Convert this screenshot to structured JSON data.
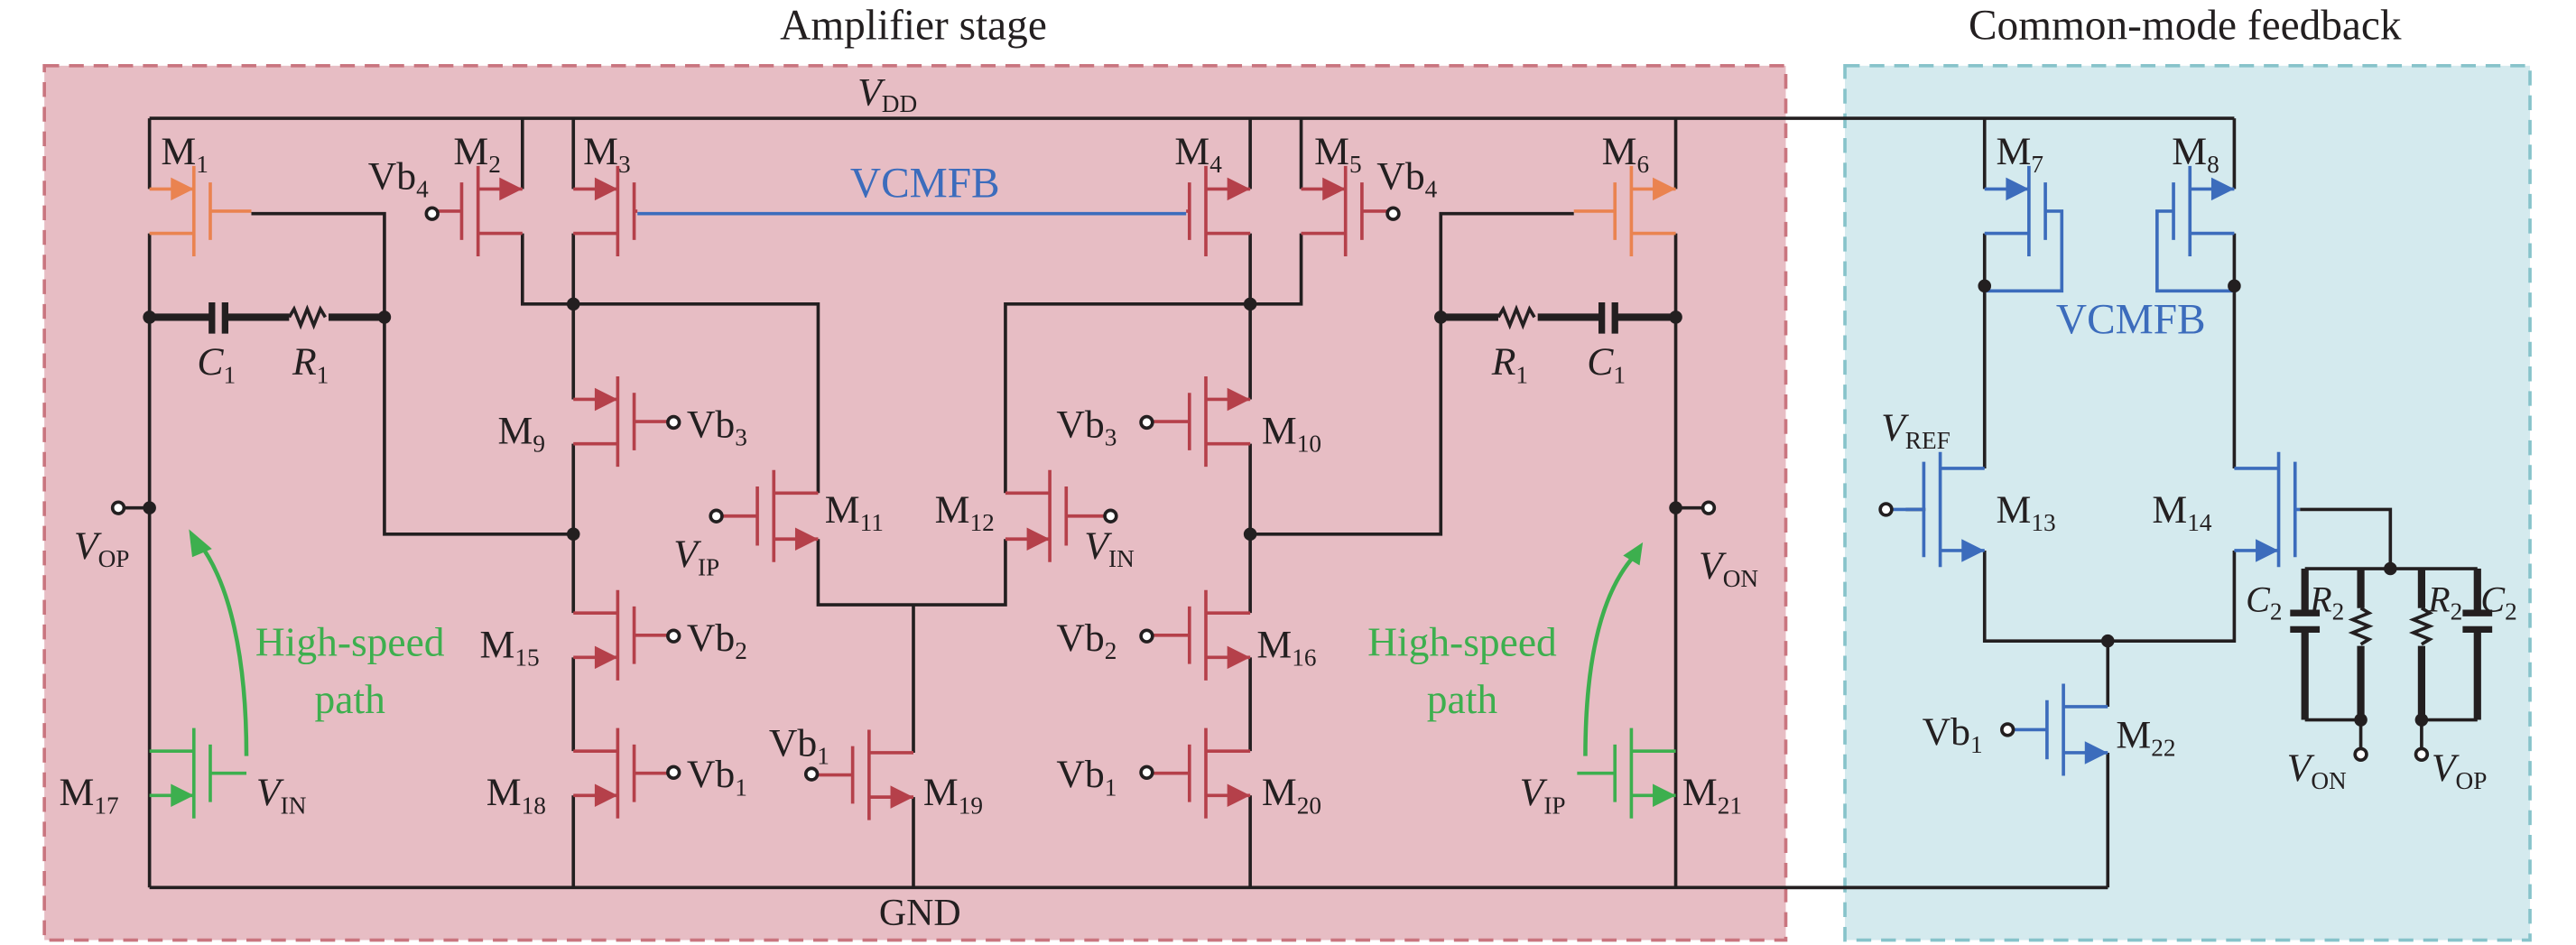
{
  "colors": {
    "amplifier_bg": "#e7bdc4",
    "amplifier_border": "#c9757f",
    "cmfb_bg": "#d4eaee",
    "cmfb_border": "#87c3ca",
    "wire": "#231f20",
    "nmos_pmos_amp": "#b5404a",
    "compensation_pmos": "#ea8350",
    "cmfb_device": "#3c6cbc",
    "high_speed": "#3daf4e",
    "amplifier_title": "#b0404a",
    "cmfb_title": "#3d6fb8"
  },
  "sections": {
    "amplifier": {
      "title": "Amplifier stage"
    },
    "cmfb": {
      "title": "Common-mode feedback"
    }
  },
  "rails": {
    "vdd": {
      "main": "V",
      "sub": "DD"
    },
    "gnd": {
      "label": "GND"
    }
  },
  "annotations": {
    "vcmfb_amp": "VCMFB",
    "vcmfb_cmfb": "VCMFB",
    "high_speed_left": [
      "High-speed",
      "path"
    ],
    "high_speed_right": [
      "High-speed",
      "path"
    ]
  },
  "transistors": [
    {
      "name": "M",
      "sub": "1",
      "type": "pmos",
      "group": "compensation"
    },
    {
      "name": "M",
      "sub": "2",
      "type": "pmos",
      "group": "amplifier"
    },
    {
      "name": "M",
      "sub": "3",
      "type": "pmos",
      "group": "amplifier"
    },
    {
      "name": "M",
      "sub": "4",
      "type": "pmos",
      "group": "amplifier"
    },
    {
      "name": "M",
      "sub": "5",
      "type": "pmos",
      "group": "amplifier"
    },
    {
      "name": "M",
      "sub": "6",
      "type": "pmos",
      "group": "compensation"
    },
    {
      "name": "M",
      "sub": "7",
      "type": "pmos",
      "group": "cmfb"
    },
    {
      "name": "M",
      "sub": "8",
      "type": "pmos",
      "group": "cmfb"
    },
    {
      "name": "M",
      "sub": "9",
      "type": "pmos",
      "group": "amplifier"
    },
    {
      "name": "M",
      "sub": "10",
      "type": "pmos",
      "group": "amplifier"
    },
    {
      "name": "M",
      "sub": "11",
      "type": "nmos",
      "group": "amplifier"
    },
    {
      "name": "M",
      "sub": "12",
      "type": "nmos",
      "group": "amplifier"
    },
    {
      "name": "M",
      "sub": "13",
      "type": "nmos",
      "group": "cmfb"
    },
    {
      "name": "M",
      "sub": "14",
      "type": "nmos",
      "group": "cmfb"
    },
    {
      "name": "M",
      "sub": "15",
      "type": "nmos",
      "group": "amplifier"
    },
    {
      "name": "M",
      "sub": "16",
      "type": "nmos",
      "group": "amplifier"
    },
    {
      "name": "M",
      "sub": "17",
      "type": "nmos",
      "group": "high-speed"
    },
    {
      "name": "M",
      "sub": "18",
      "type": "nmos",
      "group": "amplifier"
    },
    {
      "name": "M",
      "sub": "19",
      "type": "nmos",
      "group": "amplifier"
    },
    {
      "name": "M",
      "sub": "20",
      "type": "nmos",
      "group": "amplifier"
    },
    {
      "name": "M",
      "sub": "21",
      "type": "nmos",
      "group": "high-speed"
    },
    {
      "name": "M",
      "sub": "22",
      "type": "nmos",
      "group": "cmfb"
    }
  ],
  "bias_labels": {
    "vb4_left": {
      "main": "Vb",
      "sub": "4"
    },
    "vb4_right": {
      "main": "Vb",
      "sub": "4"
    },
    "vb3_left": {
      "main": "Vb",
      "sub": "3"
    },
    "vb3_right": {
      "main": "Vb",
      "sub": "3"
    },
    "vb2_left": {
      "main": "Vb",
      "sub": "2"
    },
    "vb2_right": {
      "main": "Vb",
      "sub": "2"
    },
    "vb1_m18": {
      "main": "Vb",
      "sub": "1"
    },
    "vb1_m19": {
      "main": "Vb",
      "sub": "1"
    },
    "vb1_m20": {
      "main": "Vb",
      "sub": "1"
    },
    "vb1_m22": {
      "main": "Vb",
      "sub": "1"
    }
  },
  "signal_labels": {
    "vip_m11": {
      "main": "V",
      "sub": "IP"
    },
    "vin_m12": {
      "main": "V",
      "sub": "IN"
    },
    "vin_m17": {
      "main": "V",
      "sub": "IN"
    },
    "vip_m21": {
      "main": "V",
      "sub": "IP"
    },
    "vop_out": {
      "main": "V",
      "sub": "OP"
    },
    "von_out": {
      "main": "V",
      "sub": "ON"
    },
    "vref": {
      "main": "V",
      "sub": "REF"
    },
    "von_cmfb": {
      "main": "V",
      "sub": "ON"
    },
    "vop_cmfb": {
      "main": "V",
      "sub": "OP"
    }
  },
  "passives": {
    "c1_left": {
      "main": "C",
      "sub": "1"
    },
    "r1_left": {
      "main": "R",
      "sub": "1"
    },
    "r1_right": {
      "main": "R",
      "sub": "1"
    },
    "c1_right": {
      "main": "C",
      "sub": "1"
    },
    "c2_left": {
      "main": "C",
      "sub": "2"
    },
    "r2_left": {
      "main": "R",
      "sub": "2"
    },
    "r2_right": {
      "main": "R",
      "sub": "2"
    },
    "c2_right": {
      "main": "C",
      "sub": "2"
    }
  }
}
